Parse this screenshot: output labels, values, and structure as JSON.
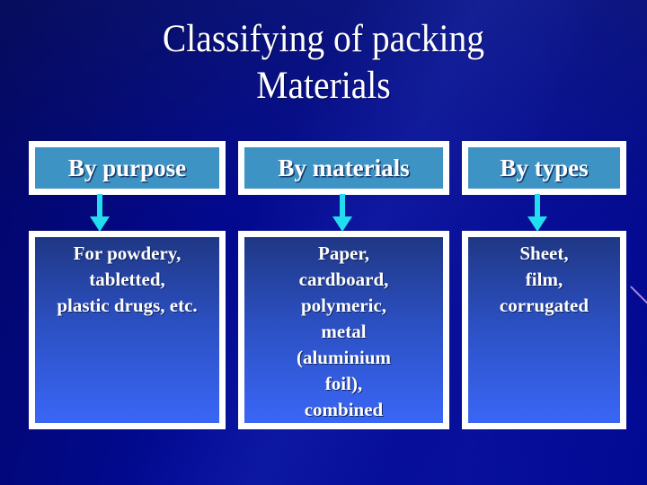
{
  "slide": {
    "title_line1": "Classifying of packing",
    "title_line2": "Materials"
  },
  "colors": {
    "background": "#02098c",
    "header_box_fill": "#3d93c4",
    "box_border": "#ffffff",
    "detail_box_gradient_top": "#1f3784",
    "detail_box_gradient_bottom": "#3a66f6",
    "arrow": "#22dcef",
    "text": "#ffffff"
  },
  "columns": [
    {
      "header": "By purpose",
      "arrow_icon": "arrow-down-icon",
      "lines": [
        "For powdery,",
        "tabletted,",
        "plastic drugs, etc."
      ]
    },
    {
      "header": "By materials",
      "arrow_icon": "arrow-down-icon",
      "lines": [
        "Paper,",
        "cardboard,",
        "polymeric,",
        "metal",
        "(aluminium",
        "foil),",
        "combined"
      ]
    },
    {
      "header": "By types",
      "arrow_icon": "arrow-down-icon",
      "lines": [
        "Sheet,",
        "film,",
        "corrugated"
      ]
    }
  ]
}
